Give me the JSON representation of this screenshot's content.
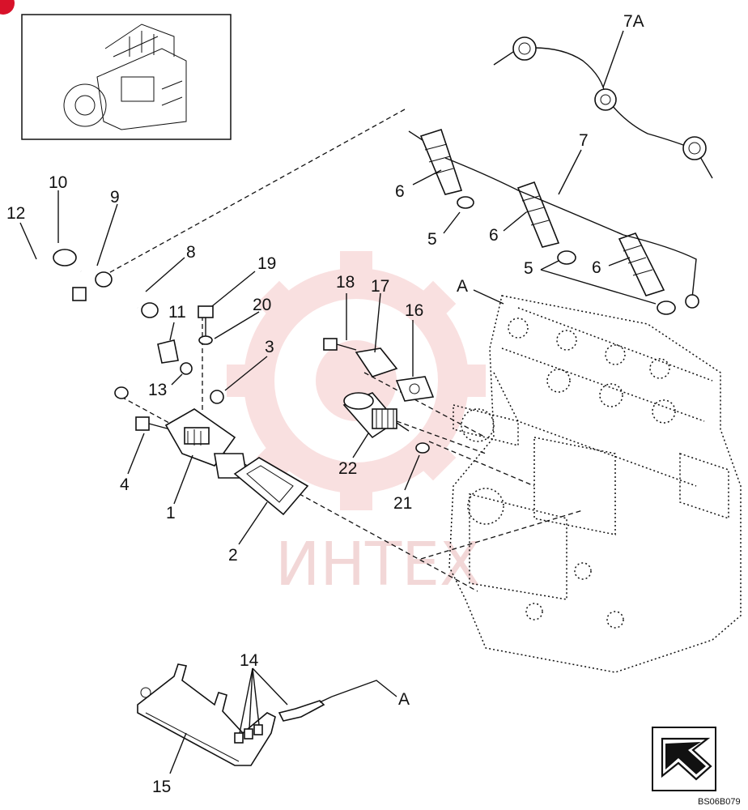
{
  "callouts": {
    "c7A": "7A",
    "c7": "7",
    "c6a": "6",
    "c6b": "6",
    "c6c": "6",
    "c5a": "5",
    "c5b": "5",
    "cA1": "A",
    "cA2": "A",
    "c10": "10",
    "c9": "9",
    "c12": "12",
    "c8": "8",
    "c19": "19",
    "c20": "20",
    "c11": "11",
    "c3": "3",
    "c13": "13",
    "c18": "18",
    "c17": "17",
    "c16": "16",
    "c4": "4",
    "c1": "1",
    "c22": "22",
    "c21": "21",
    "c2": "2",
    "c14": "14",
    "c15": "15"
  },
  "footer": {
    "code": "BS06B079"
  },
  "watermark": {
    "text": "ИНТЕХ"
  },
  "icons": {
    "nav": "next-page-arrow-icon",
    "marker": "red-corner-marker"
  },
  "colors": {
    "watermark": "#e9b7b7",
    "marker": "#d8122a",
    "ink": "#111111"
  }
}
